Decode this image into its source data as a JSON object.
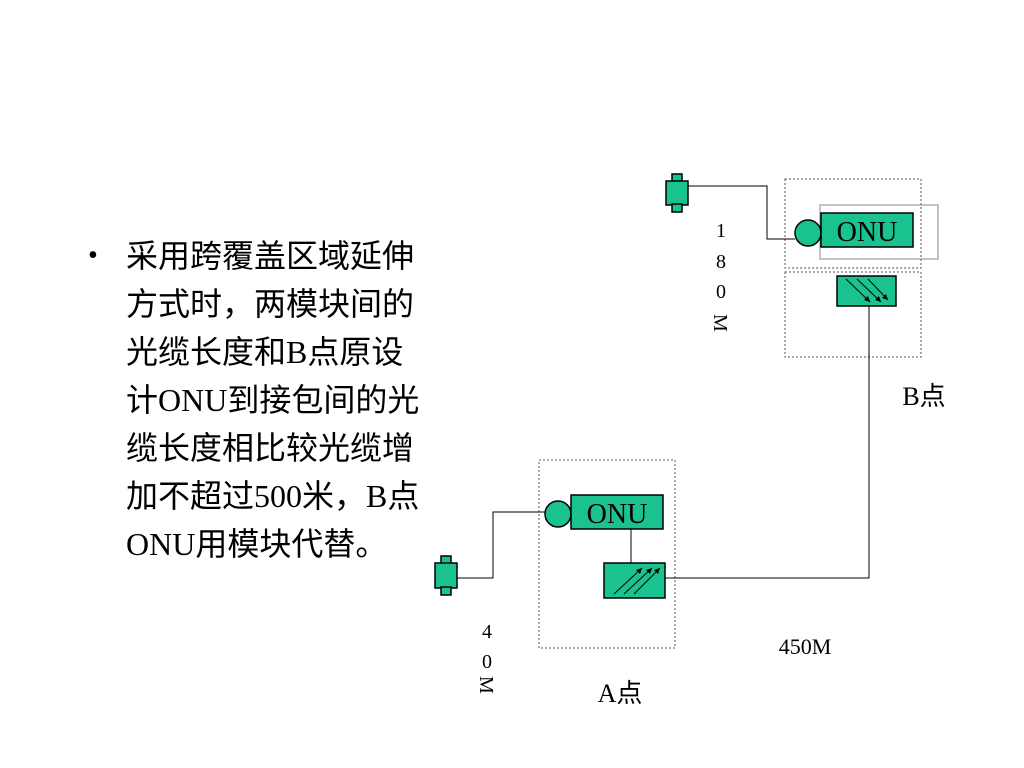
{
  "bullet": {
    "lines": [
      "采用跨覆盖区域延伸",
      "方式时，两模块间的",
      "光缆长度和B点原设",
      "计ONU到接包间的光",
      "缆长度相比较光缆增",
      "加不超过500米，B点",
      "ONU用模块代替。"
    ]
  },
  "diagram": {
    "node_b": {
      "onu_label": "ONU",
      "point_label": "B点",
      "cable_digits": [
        "1",
        "8",
        "0",
        "M"
      ]
    },
    "node_a": {
      "onu_label": "ONU",
      "point_label": "A点",
      "cable_digits": [
        "4",
        "0",
        "M"
      ]
    },
    "link_label": "450M",
    "colors": {
      "box_fill": "#19C28E",
      "line": "#000000"
    }
  }
}
